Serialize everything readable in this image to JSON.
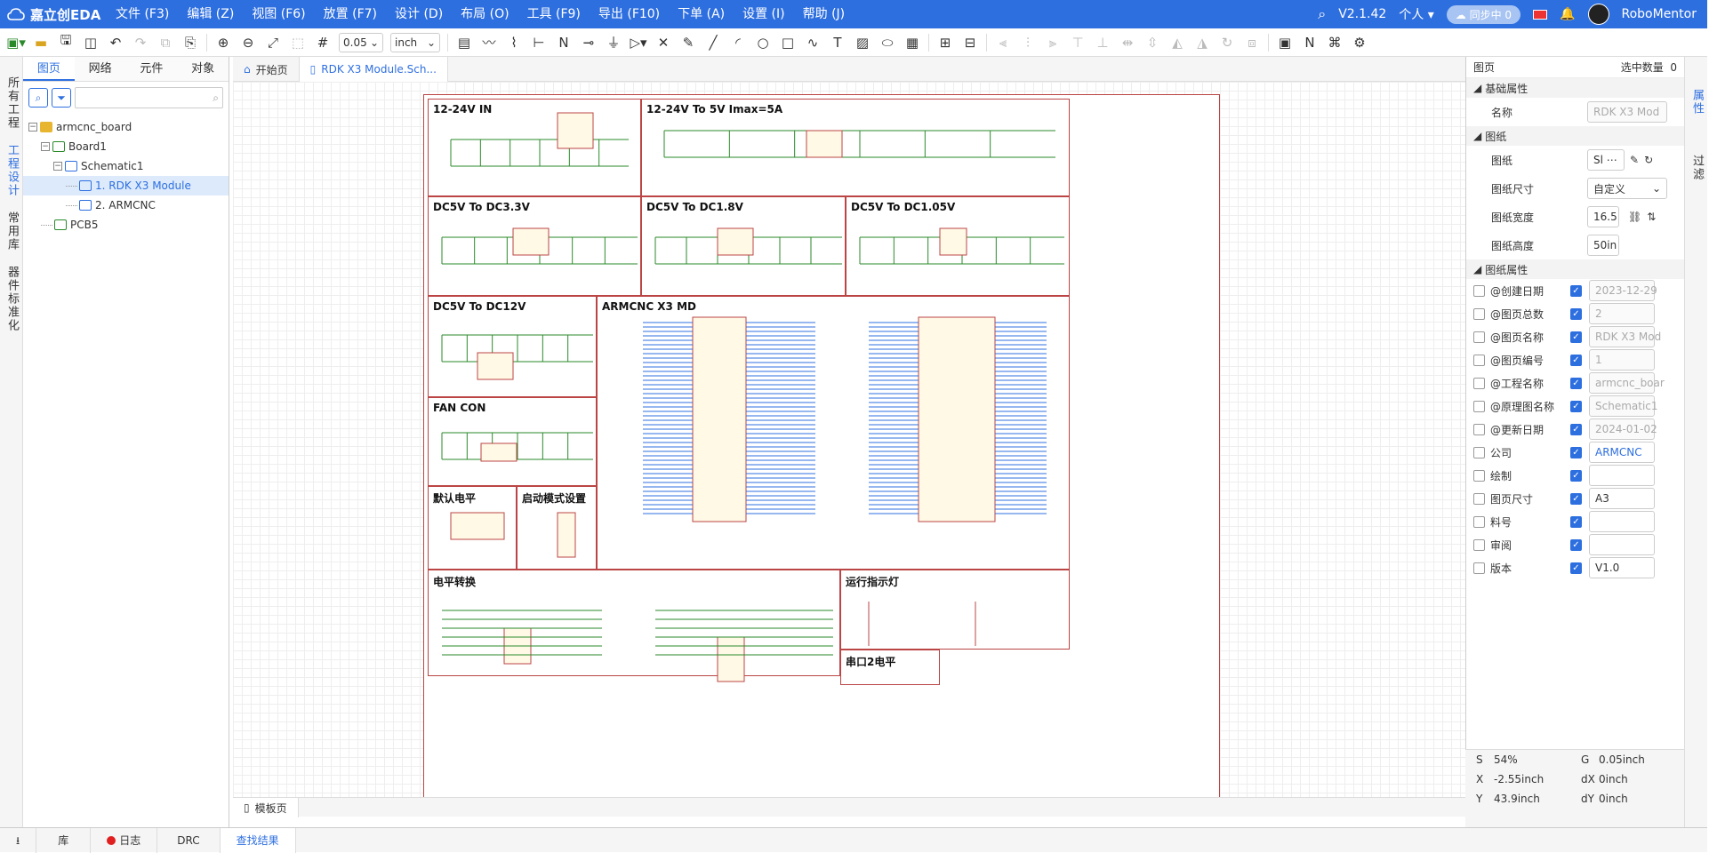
{
  "app": {
    "logo": "嘉立创EDA",
    "version": "V2.1.42",
    "account_type": "个人",
    "sync": "同步中 0",
    "user": "RoboMentor"
  },
  "menu": [
    "文件 (F3)",
    "编辑 (Z)",
    "视图 (F6)",
    "放置 (F7)",
    "设计 (D)",
    "布局 (O)",
    "工具 (F9)",
    "导出 (F10)",
    "下单 (A)",
    "设置 (I)",
    "帮助 (J)"
  ],
  "toolbar": {
    "grid": "0.05",
    "unit": "inch"
  },
  "left_tabs": [
    "所有工程",
    "工程设计",
    "常用库",
    "器件标准化"
  ],
  "panel_tabs": [
    "图页",
    "网络",
    "元件",
    "对象"
  ],
  "tree": [
    {
      "label": "armcnc_board",
      "level": 0,
      "icon": "folder-icon"
    },
    {
      "label": "Board1",
      "level": 1,
      "icon": "board-icon"
    },
    {
      "label": "Schematic1",
      "level": 2,
      "icon": "schematic-icon"
    },
    {
      "label": "1. RDK X3 Module",
      "level": 3,
      "icon": "page-icon",
      "selected": true
    },
    {
      "label": "2. ARMCNC",
      "level": 3,
      "icon": "page-icon"
    },
    {
      "label": "PCB5",
      "level": 1,
      "icon": "pcb-icon"
    }
  ],
  "doc_tabs": [
    {
      "label": "开始页",
      "icon": "home-icon"
    },
    {
      "label": "RDK X3 Module.Sch...",
      "icon": "page-icon",
      "active": true
    }
  ],
  "sheet_blocks": [
    "12-24V IN",
    "12-24V To 5V Imax=5A",
    "DC5V To DC3.3V",
    "DC5V To DC1.8V",
    "DC5V To DC1.05V",
    "DC5V To DC12V",
    "ARMCNC X3 MD",
    "FAN CON",
    "默认电平",
    "启动模式设置",
    "电平转换",
    "运行指示灯",
    "串口2电平"
  ],
  "sheet_tab": "模板页",
  "bottom_tabs": [
    "库",
    "日志",
    "DRC",
    "查找结果"
  ],
  "right": {
    "header": {
      "title": "图页",
      "sel_label": "选中数量",
      "sel_count": "0"
    },
    "sec_basic": "基础属性",
    "name_label": "名称",
    "name_value": "RDK X3 Mod",
    "sec_paper": "图纸",
    "paper_label": "图纸",
    "paper_value": "Sl",
    "size_label": "图纸尺寸",
    "size_value": "自定义",
    "width_label": "图纸宽度",
    "width_value": "16.5",
    "height_label": "图纸高度",
    "height_value": "50in",
    "sec_props": "图纸属性",
    "props": [
      {
        "label": "@创建日期",
        "value": "2023-12-29",
        "style": "dis"
      },
      {
        "label": "@图页总数",
        "value": "2",
        "style": "dis"
      },
      {
        "label": "@图页名称",
        "value": "RDK X3 Mod",
        "style": "dis"
      },
      {
        "label": "@图页编号",
        "value": "1",
        "style": "dis"
      },
      {
        "label": "@工程名称",
        "value": "armcnc_boar",
        "style": "dis"
      },
      {
        "label": "@原理图名称",
        "value": "Schematic1",
        "style": "dis"
      },
      {
        "label": "@更新日期",
        "value": "2024-01-02",
        "style": "dis"
      },
      {
        "label": "公司",
        "value": "ARMCNC",
        "style": "blue"
      },
      {
        "label": "绘制",
        "value": "",
        "style": "dark"
      },
      {
        "label": "图页尺寸",
        "value": "A3",
        "style": "dark"
      },
      {
        "label": "料号",
        "value": "",
        "style": "dark"
      },
      {
        "label": "审阅",
        "value": "",
        "style": "dark"
      },
      {
        "label": "版本",
        "value": "V1.0",
        "style": "dark"
      }
    ],
    "coords": {
      "s_label": "S",
      "s": "54%",
      "g_label": "G",
      "g": "0.05inch",
      "x_label": "X",
      "x": "-2.55inch",
      "dx_label": "dX",
      "dx": "0inch",
      "y_label": "Y",
      "y": "43.9inch",
      "dy_label": "dY",
      "dy": "0inch"
    },
    "side_tabs": [
      "属性",
      "过滤"
    ]
  },
  "colors": {
    "accent": "#2e6fe0",
    "sheet_border": "#bb4444"
  }
}
